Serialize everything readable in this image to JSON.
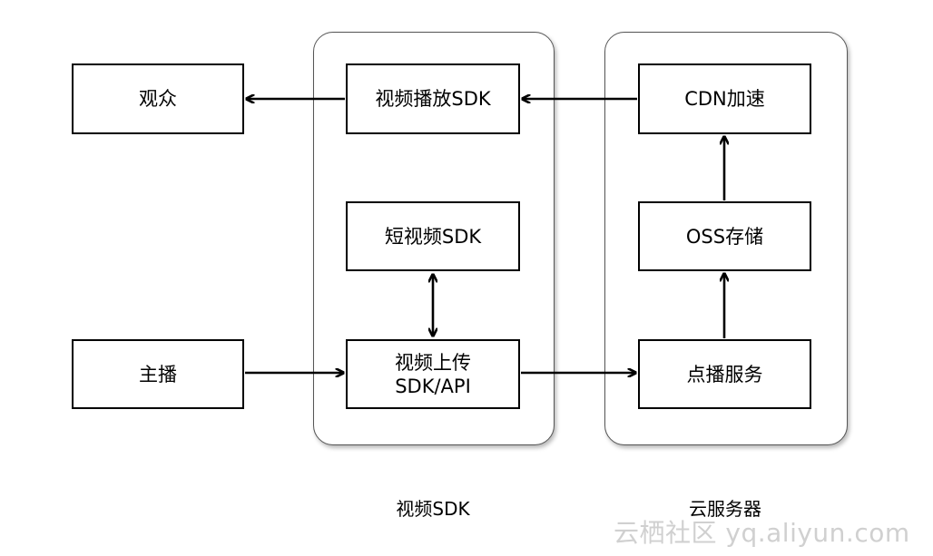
{
  "groups": {
    "sdk_label": "视频SDK",
    "cloud_label": "云服务器"
  },
  "nodes": {
    "audience": "观众",
    "anchor": "主播",
    "player_sdk": "视频播放SDK",
    "short_video_sdk": "短视频SDK",
    "upload_line1": "视频上传",
    "upload_line2": "SDK/API",
    "cdn": "CDN加速",
    "oss": "OSS存储",
    "vod": "点播服务"
  },
  "edges": [
    {
      "from": "player_sdk",
      "to": "audience"
    },
    {
      "from": "cdn",
      "to": "player_sdk"
    },
    {
      "from": "anchor",
      "to": "upload_sdk"
    },
    {
      "from": "upload_sdk",
      "to": "vod"
    },
    {
      "from": "short_video_sdk",
      "to": "upload_sdk",
      "bidirectional": true
    },
    {
      "from": "vod",
      "to": "oss"
    },
    {
      "from": "oss",
      "to": "cdn"
    }
  ],
  "watermark": "云栖社区 yq.aliyun.com"
}
